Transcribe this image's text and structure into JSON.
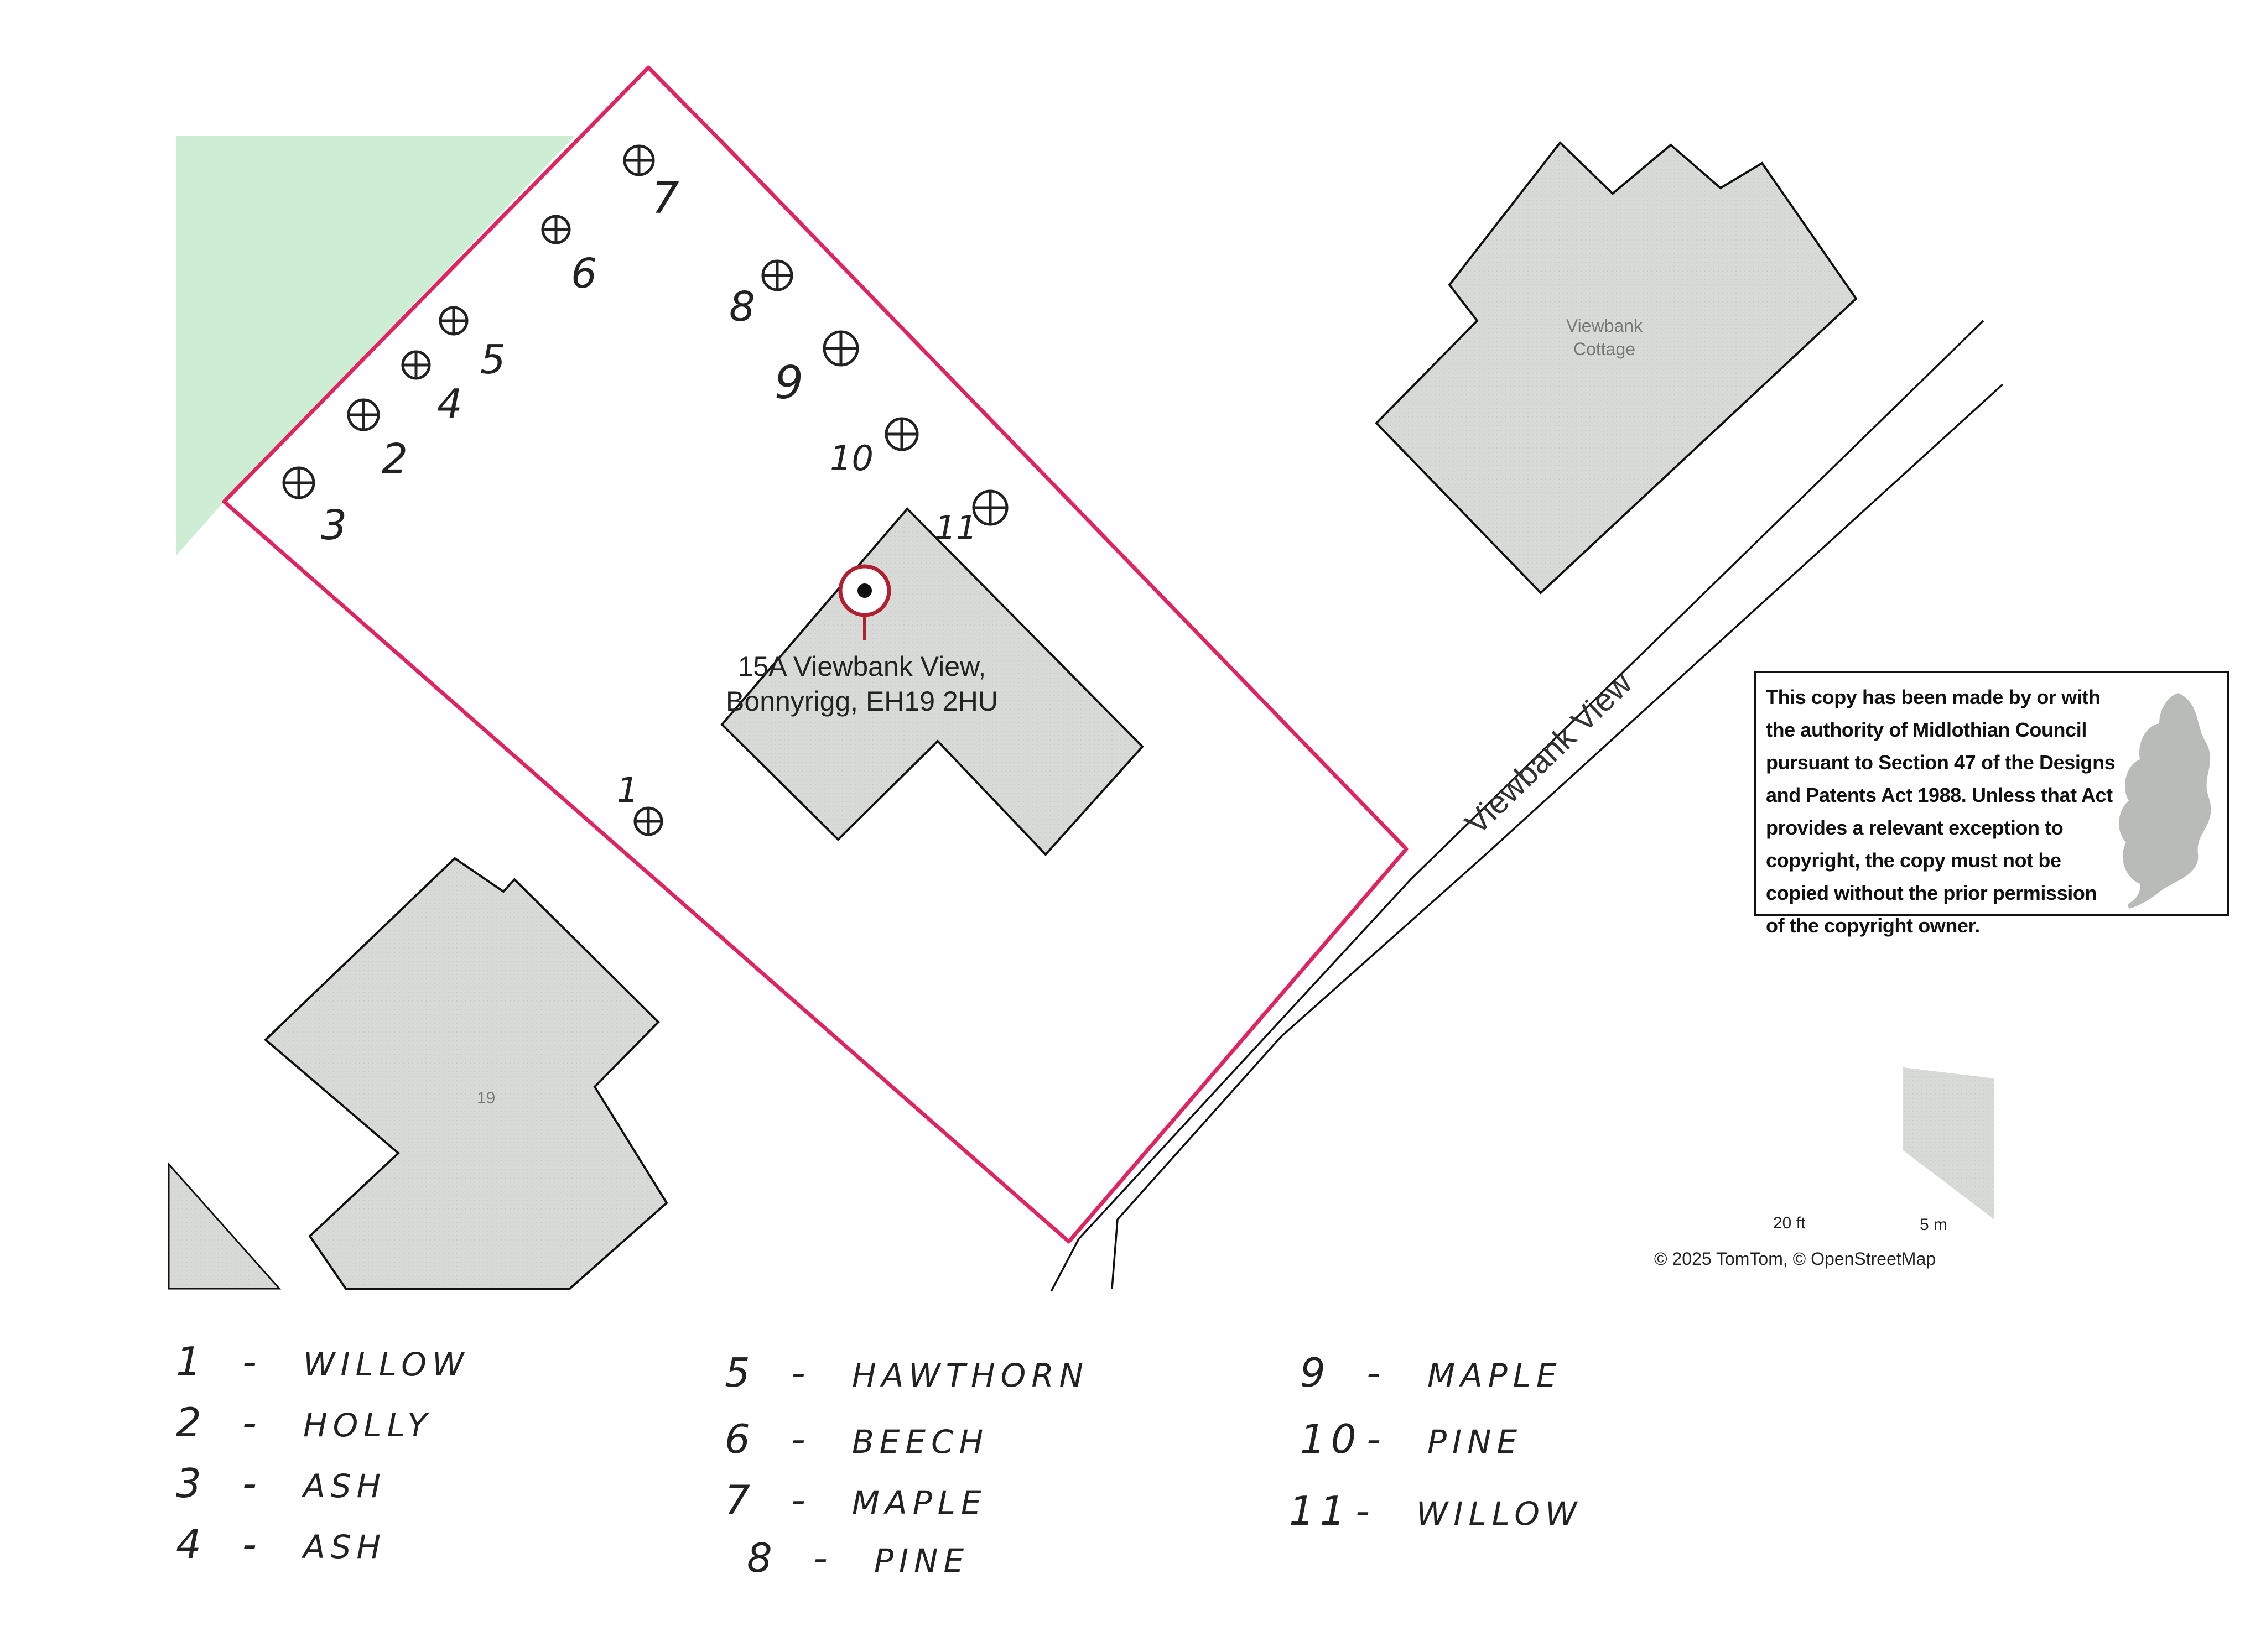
{
  "pin_label_line1": "15A Viewbank View,",
  "pin_label_line2": "Bonnyrigg, EH19 2HU",
  "road_label": "Viewbank View",
  "building_labels": {
    "cottage_line1": "Viewbank",
    "cottage_line2": "Cottage",
    "house_19": "19"
  },
  "copyright_notice": "This copy has been made by or with the authority of Midlothian Council pursuant to Section 47 of the Designs and Patents Act 1988. Unless that Act provides a relevant exception to copyright, the copy must not be copied without the prior permission of the copyright owner.",
  "scale": {
    "ft": "20 ft",
    "m": "5 m"
  },
  "attribution": "© 2025 TomTom,  © OpenStreetMap",
  "tree_markers": [
    "7",
    "6",
    "8",
    "9",
    "5",
    "4",
    "2",
    "10",
    "3",
    "11",
    "1"
  ],
  "legend": [
    {
      "num": "1",
      "tree": "WILLOW"
    },
    {
      "num": "2",
      "tree": "HOLLY"
    },
    {
      "num": "3",
      "tree": "ASH"
    },
    {
      "num": "4",
      "tree": "ASH"
    },
    {
      "num": "5",
      "tree": "HAWTHORN"
    },
    {
      "num": "6",
      "tree": "BEECH"
    },
    {
      "num": "7",
      "tree": "MAPLE"
    },
    {
      "num": "8",
      "tree": "PINE"
    },
    {
      "num": "9",
      "tree": "MAPLE"
    },
    {
      "num": "10",
      "tree": "PINE"
    },
    {
      "num": "11",
      "tree": "WILLOW"
    }
  ],
  "colors": {
    "boundary": "#e0245e",
    "building_fill": "#d9dbd9",
    "green_area": "#cdeed5",
    "pin": "#b02030"
  }
}
